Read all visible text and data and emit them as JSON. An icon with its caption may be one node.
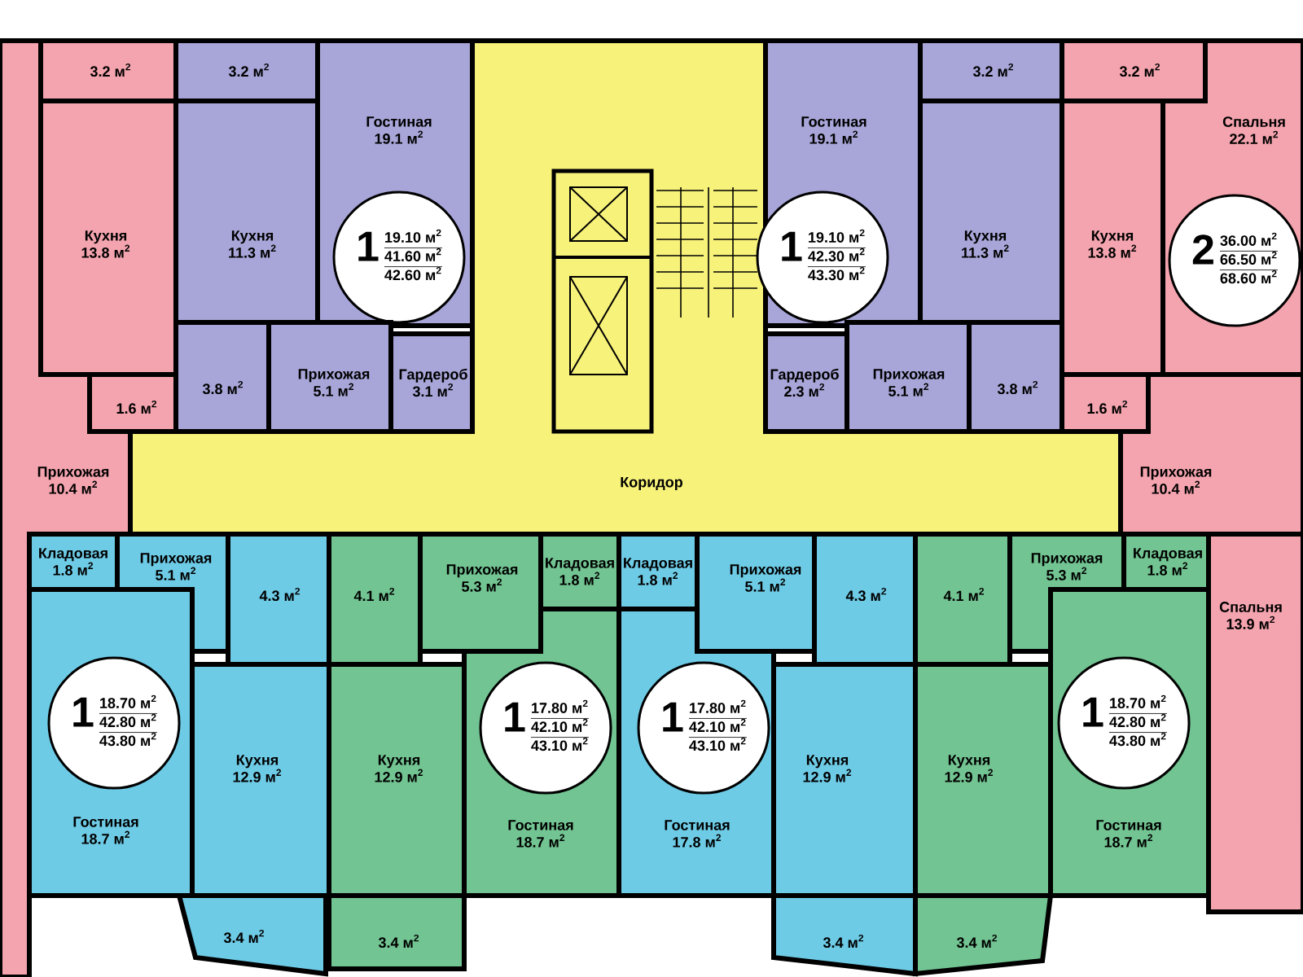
{
  "diagram": {
    "nodes": [
      {
        "text": [
          "3.2 м$^{2}$"
        ]
      },
      {
        "text": [
          "3.2 м$^{2}$"
        ]
      },
      {
        "text": [
          "Гостиная",
          "19.1 м$^{2}$"
        ]
      },
      {
        "text": [
          "1",
          "19.10 м$^{2}$",
          "41.60 м$^{2}$",
          "42.60 м$^{2}$"
        ],
        "in": 2
      },
      {
        "text": [
          "Коридор"
        ]
      },
      {
        "text": [
          "Гостиная",
          "19.1 м$^{2}$"
        ]
      },
      {
        "text": [
          "1",
          "19.10 м$^{2}$",
          "42.30 м$^{2}$",
          "43.30 м$^{2}$"
        ],
        "in": 5
      },
      {
        "text": [
          "3.2 м$^{2}$"
        ]
      },
      {
        "text": [
          "3.2 м$^{2}$"
        ]
      },
      {
        "text": [
          "Кухня",
          "13.8 м$^{2}$"
        ]
      },
      {
        "text": [
          "Кухня",
          "11.3 м$^{2}$"
        ]
      },
      {
        "text": [
          "Кухня",
          "11.3 м$^{2}$"
        ]
      },
      {
        "text": [
          "Кухня",
          "13.8 м$^{2}$"
        ]
      },
      {
        "text": [
          "Спальня",
          "22.1 м$^{2}$"
        ]
      },
      {
        "text": [
          "2",
          "36.00 м$^{2}$",
          "66.50 м$^{2}$",
          "68.60 м$^{2}$"
        ],
        "in": 13
      },
      {
        "text": [
          "1.6 м$^{2}$"
        ]
      },
      {
        "text": [
          "3.8 м$^{2}$"
        ]
      },
      {
        "text": [
          "Прихожая",
          "5.1 м$^{2}$"
        ]
      },
      {
        "text": [
          "Гардероб",
          "3.1 м$^{2}$"
        ]
      },
      {
        "text": [
          "Гардероб",
          "2.3 м$^{2}$"
        ]
      },
      {
        "text": [
          "Прихожая",
          "5.1 м$^{2}$"
        ]
      },
      {
        "text": [
          "3.8 м$^{2}$"
        ]
      },
      {
        "text": [
          "1.6 м$^{2}$"
        ]
      },
      {
        "text": [
          "Прихожая",
          "10.4 м$^{2}$"
        ]
      },
      {
        "text": [
          "Прихожая",
          "10.4 м$^{2}$"
        ]
      },
      {
        "text": [
          "Кладовая",
          "1.8 м$^{2}$"
        ]
      },
      {
        "text": [
          "Прихожая",
          "5.1 м$^{2}$"
        ]
      },
      {
        "text": [
          "4.3 м$^{2}$"
        ]
      },
      {
        "text": [
          "4.1 м$^{2}$"
        ]
      },
      {
        "text": [
          "Прихожая",
          "5.3 м$^{2}$"
        ]
      },
      {
        "text": [
          "Кладовая",
          "1.8 м$^{2}$"
        ]
      },
      {
        "text": [
          "Кладовая",
          "1.8 м$^{2}$"
        ]
      },
      {
        "text": [
          "Прихожая",
          "5.1 м$^{2}$"
        ]
      },
      {
        "text": [
          "4.3 м$^{2}$"
        ]
      },
      {
        "text": [
          "4.1 м$^{2}$"
        ]
      },
      {
        "text": [
          "Прихожая",
          "5.3 м$^{2}$"
        ]
      },
      {
        "text": [
          "Кладовая",
          "1.8 м$^{2}$"
        ]
      },
      {
        "text": [
          "Гостиная",
          "18.7 м$^{2}$"
        ]
      },
      {
        "text": [
          "1",
          "18.70 м$^{2}$",
          "42.80 м$^{2}$",
          "43.80 м$^{2}$"
        ],
        "in": 37
      },
      {
        "text": [
          "Кухня",
          "12.9 м$^{2}$"
        ]
      },
      {
        "text": [
          "Кухня",
          "12.9 м$^{2}$"
        ]
      },
      {
        "text": [
          "Гостиная",
          "18.7 м$^{2}$"
        ]
      },
      {
        "text": [
          "1",
          "17.80 м$^{2}$",
          "42.10 м$^{2}$",
          "43.10 м$^{2}$"
        ],
        "in": 41
      },
      {
        "text": [
          "Гостиная",
          "17.8 м$^{2}$"
        ]
      },
      {
        "text": [
          "1",
          "17.80 м$^{2}$",
          "42.10 м$^{2}$",
          "43.10 м$^{2}$"
        ],
        "in": 43
      },
      {
        "text": [
          "Кухня",
          "12.9 м$^{2}$"
        ]
      },
      {
        "text": [
          "Кухня",
          "12.9 м$^{2}$"
        ]
      },
      {
        "text": [
          "Гостиная",
          "18.7 м$^{2}$"
        ]
      },
      {
        "text": [
          "1",
          "18.70 м$^{2}$",
          "42.80 м$^{2}$",
          "43.80 м$^{2}$"
        ],
        "in": 47
      },
      {
        "text": [
          "Спальня",
          "13.9 м$^{2}$"
        ]
      },
      {
        "text": [
          "3.4 м$^{2}$"
        ]
      },
      {
        "text": [
          "3.4 м$^{2}$"
        ]
      },
      {
        "text": [
          "3.4 м$^{2}$"
        ]
      },
      {
        "text": [
          "3.4 м$^{2}$"
        ]
      }
    ]
  }
}
